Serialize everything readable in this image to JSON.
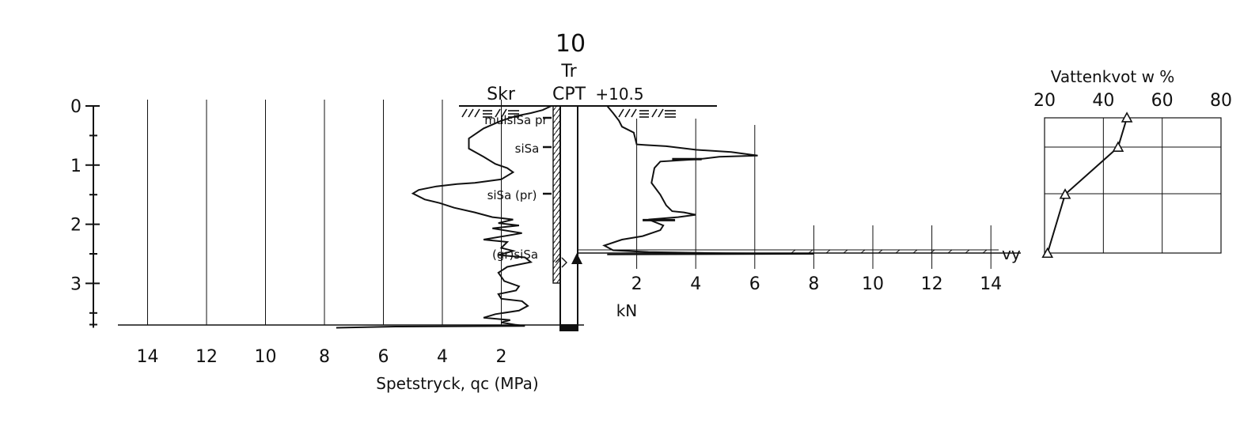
{
  "header": {
    "point_id": "10",
    "method_1": "Tr",
    "method_2": "CPT",
    "skr_label": "Skr",
    "ground_level": "+10.5"
  },
  "depth_axis": {
    "tick_labels": [
      "0",
      "1",
      "2",
      "3"
    ],
    "range": [
      0,
      3.75
    ]
  },
  "soil_layers": [
    {
      "label": "mulsiSa pr",
      "depth": 0.2
    },
    {
      "label": "siSa",
      "depth": 0.7
    },
    {
      "label": "siSa (pr)",
      "depth": 1.5
    },
    {
      "label": "(gr)siSa",
      "depth": 2.5
    }
  ],
  "water_label": "vy",
  "water_depth": 2.5,
  "stop_depth": 3.75,
  "colors": {
    "line": "#111111",
    "background": "#ffffff"
  },
  "chart_data": [
    {
      "type": "line",
      "xlabel": "Spetstryck, qc (MPa)",
      "ylabel": "",
      "x_tick_labels": [
        "14",
        "12",
        "10",
        "8",
        "6",
        "4",
        "2"
      ],
      "xlim": [
        0,
        15
      ],
      "ylim": [
        0,
        3.75
      ],
      "x_reversed": true,
      "grid": "vertical",
      "series": [
        {
          "x": [
            0.3,
            0.6,
            1.0,
            1.5,
            2.0,
            2.6,
            3.1,
            3.1,
            2.6,
            2.2,
            1.8,
            1.6,
            2.0,
            2.9,
            3.5,
            4.2,
            4.8,
            5.0,
            4.6,
            4.1,
            3.6,
            2.9,
            2.3,
            1.6,
            2.1,
            1.4,
            2.3,
            1.3,
            2.6,
            1.8,
            2.0,
            1.6,
            2.1,
            1.2,
            1.0,
            1.8,
            2.1,
            1.9,
            1.4,
            1.5,
            2.1,
            2.0,
            1.3,
            1.1,
            1.4,
            2.2,
            2.6,
            1.7,
            2.0,
            1.5,
            1.2,
            5.6,
            7.6
          ],
          "y": [
            0.0,
            0.07,
            0.12,
            0.17,
            0.25,
            0.38,
            0.55,
            0.72,
            0.86,
            0.98,
            1.05,
            1.12,
            1.24,
            1.3,
            1.32,
            1.36,
            1.42,
            1.48,
            1.58,
            1.64,
            1.72,
            1.8,
            1.88,
            1.92,
            1.98,
            2.02,
            2.07,
            2.15,
            2.26,
            2.3,
            2.4,
            2.45,
            2.52,
            2.56,
            2.64,
            2.72,
            2.82,
            2.96,
            3.05,
            3.12,
            3.18,
            3.26,
            3.3,
            3.38,
            3.46,
            3.52,
            3.58,
            3.62,
            3.66,
            3.7,
            3.72,
            3.73,
            3.75
          ]
        }
      ]
    },
    {
      "type": "line",
      "xlabel": "kN",
      "ylabel": "",
      "x_tick_labels": [
        "2",
        "4",
        "6",
        "8",
        "10",
        "12",
        "14"
      ],
      "xlim": [
        0,
        14
      ],
      "ylim": [
        0,
        3.75
      ],
      "grid": "vertical",
      "series": [
        {
          "x": [
            1.0,
            1.2,
            1.4,
            1.5,
            1.9,
            2.0,
            2.3,
            3.0,
            4.0,
            5.2,
            6.1,
            4.8,
            4.1,
            2.8,
            2.6,
            2.5,
            2.8,
            3.0,
            3.2,
            3.6,
            4.0,
            3.4,
            2.4,
            2.9,
            2.8,
            2.2,
            1.5,
            0.9,
            1.2,
            2.4,
            5.0,
            8.0,
            1.0
          ],
          "y": [
            0.0,
            0.12,
            0.25,
            0.35,
            0.45,
            0.65,
            0.66,
            0.68,
            0.74,
            0.78,
            0.84,
            0.86,
            0.9,
            0.94,
            1.05,
            1.3,
            1.5,
            1.68,
            1.78,
            1.8,
            1.84,
            1.88,
            1.92,
            2.02,
            2.1,
            2.2,
            2.26,
            2.36,
            2.44,
            2.47,
            2.49,
            2.5,
            2.51
          ]
        },
        {
          "name": "",
          "x": [
            4.2,
            3.2
          ],
          "y": [
            0.9,
            0.9
          ]
        },
        {
          "name": "",
          "x": [
            3.3,
            2.2
          ],
          "y": [
            1.93,
            1.93
          ]
        }
      ]
    },
    {
      "type": "line",
      "title": "Vattenkvot w %",
      "x_tick_labels": [
        "20",
        "40",
        "60",
        "80"
      ],
      "xlim": [
        20,
        80
      ],
      "ylim": [
        0,
        2.5
      ],
      "grid": true,
      "series": [
        {
          "marker": "triangle",
          "x": [
            48,
            45,
            27,
            21
          ],
          "y": [
            0.2,
            0.7,
            1.5,
            2.5
          ]
        }
      ]
    }
  ]
}
